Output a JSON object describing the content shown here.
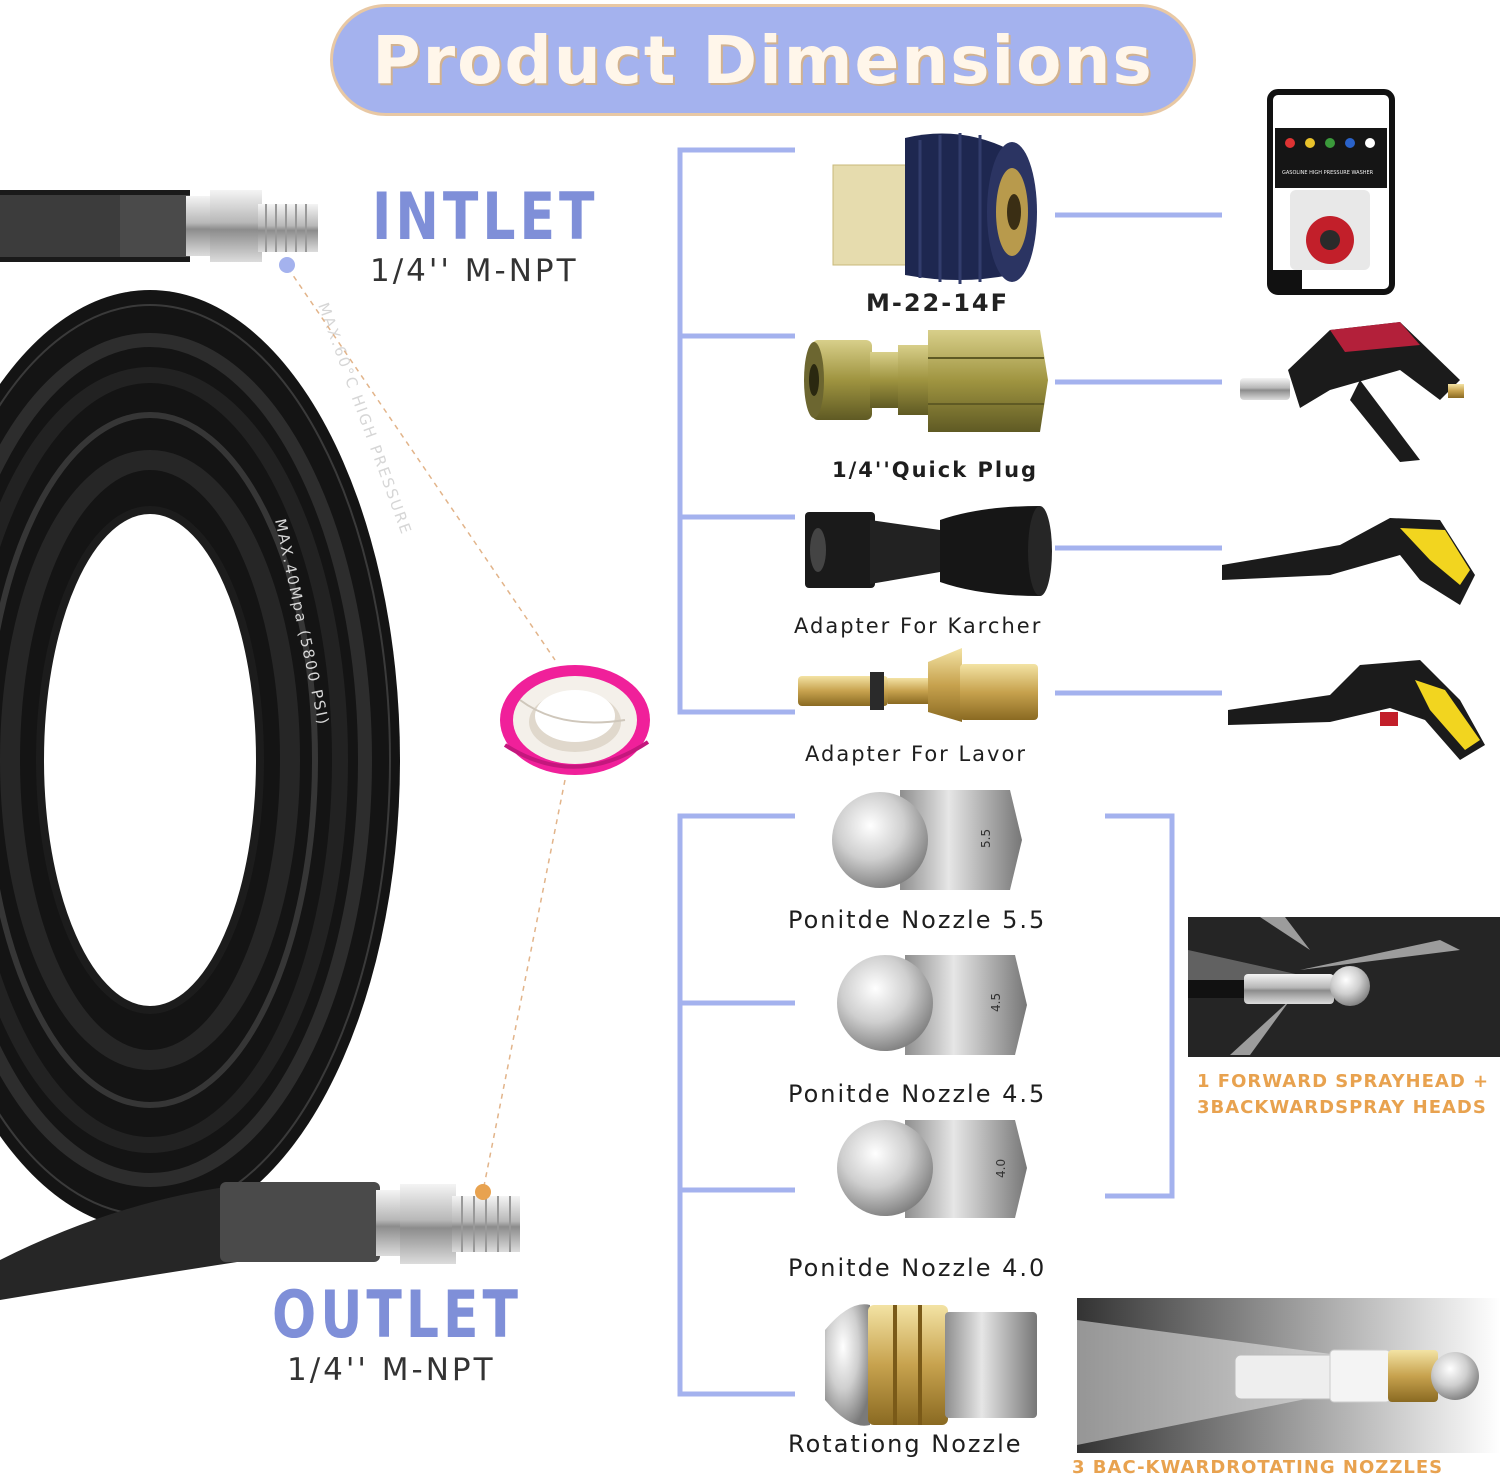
{
  "title": "Product Dimensions",
  "ports": {
    "inlet": {
      "heading": "INTLET",
      "spec": "1/4'' M-NPT"
    },
    "outlet": {
      "heading": "OUTLET",
      "spec": "1/4'' M-NPT"
    }
  },
  "hose_print": {
    "line1": "MAX.60°C HIGH PRESSURE",
    "line2": "MAX.40Mpa (5800 PSI)"
  },
  "adapters": [
    {
      "label": "M-22-14F",
      "connects_to": "gasoline-pressure-washer"
    },
    {
      "label": "1/4''Quick Plug",
      "connects_to": "spray-gun"
    },
    {
      "label": "Adapter For Karcher",
      "connects_to": "karcher-gun"
    },
    {
      "label": "Adapter For Lavor",
      "connects_to": "lavor-gun"
    }
  ],
  "machine_panel_text": "GASOLINE HIGH PRESSURE WASHER",
  "nozzles": [
    {
      "label": "Ponitde Nozzle 5.5",
      "engraving": "5.5"
    },
    {
      "label": "Ponitde Nozzle 4.5",
      "engraving": "4.5"
    },
    {
      "label": "Ponitde Nozzle 4.0",
      "engraving": "4.0"
    },
    {
      "label": "Rotationg Nozzle"
    }
  ],
  "notes": {
    "spray_heads_line1": "1 FORWARD SPRAYHEAD +",
    "spray_heads_line2": "3BACKWARDSPRAY HEADS",
    "rotating": "3 BAC-KWARDROTATING NOZZLES"
  },
  "colors": {
    "accent_blue": "#a4b2ee",
    "heading_blue": "#7f8fd8",
    "note_orange": "#e8a24f",
    "tape_pink": "#f0209a"
  }
}
